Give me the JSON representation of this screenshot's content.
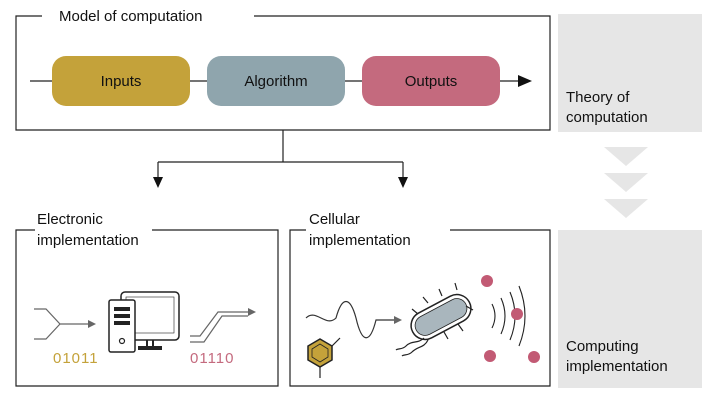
{
  "model": {
    "title": "Model of computation",
    "inputs_label": "Inputs",
    "algorithm_label": "Algorithm",
    "outputs_label": "Outputs"
  },
  "side": {
    "theory_line1": "Theory of",
    "theory_line2": "computation",
    "computing_line1": "Computing",
    "computing_line2": "implementation"
  },
  "electronic": {
    "title_line1": "Electronic",
    "title_line2": "implementation",
    "input_bits": "01011",
    "output_bits": "01110"
  },
  "cellular": {
    "title_line1": "Cellular",
    "title_line2": "implementation"
  },
  "colors": {
    "inputs": "#c4a23a",
    "algorithm": "#8fa5ad",
    "outputs": "#c46a7e",
    "side_panel": "#e6e6e6",
    "cell_body": "#a9b6bd",
    "molecule": "#c25a74",
    "hexagon": "#c4a23a"
  }
}
